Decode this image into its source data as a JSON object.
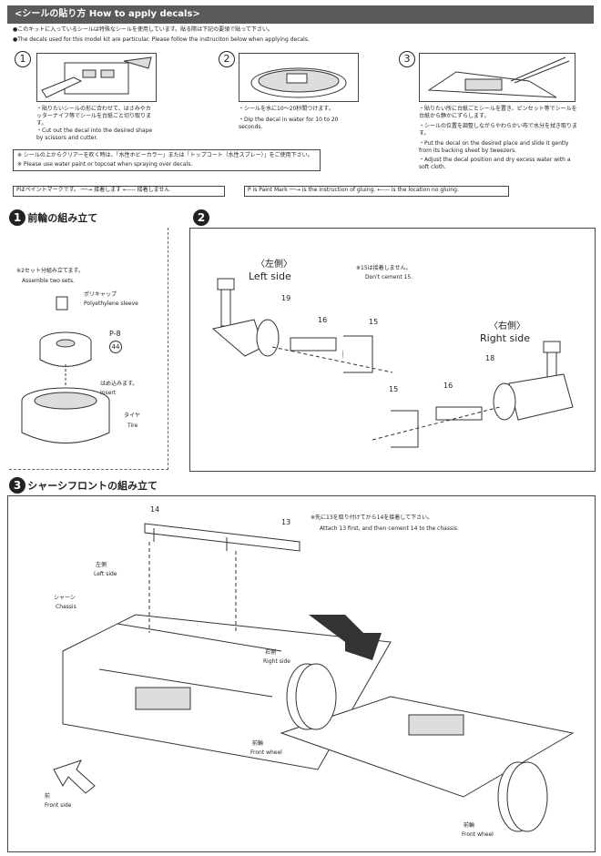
{
  "header": {
    "title": "<シールの貼り方 How to apply decals>"
  },
  "intro": {
    "jp": "●このキットに入っているシールは特殊なシールを使用しています。貼る際は下記の要領で貼って下さい。",
    "en": "●The decals used for this model kit are particular. Please follow the instruciton below when applying decals."
  },
  "decal_steps": [
    {
      "num": "1",
      "jp": "・貼りたいシールの形に合わせて、はさみやカッターナイフ等でシールを台紙ごと切り取ります。",
      "en": "・Cut out the decal into the desired shape by scissors and cutter."
    },
    {
      "num": "2",
      "jp": "・シールを水に10～20秒間つけます。",
      "en": "・Dip the decal in water for 10 to 20 seconds."
    },
    {
      "num": "3",
      "jp": "・貼りたい所に台紙ごとシールを置き、ピンセット等でシールを台紙から静かにずらします。",
      "jp2": "・シールの位置を調整しながらやわらかい布で水分を拭き取ります。",
      "en": "・Put the decal on the desired place and slide it gently from its backing sheet by tweezers.",
      "en2": "・Adjust the decal position and dry excess water with a soft cloth."
    }
  ],
  "note": {
    "jp": "※ シールの上からクリアーを吹く時は、「水性ホビーカラー」または「トップコート（水性スプレー）」をご使用下さい。",
    "en": "※ Please use water paint or topcoat when spraying over decals."
  },
  "legend": {
    "jp": "Pはペイントマークです。 ──→ 接着します ←---- 接着しません",
    "en": "P is Paint Mark ──→ is the instruction of gluing. ←---- is the location no gluing."
  },
  "step1": {
    "num": "1",
    "title": "前輪の組み立て",
    "assemble_jp": "※2セット分組み立てます。",
    "assemble_en": "Assemble two sets.",
    "sleeve_jp": "ポリキャップ",
    "sleeve_en": "Polyethylene sleeve",
    "paint": "P-8",
    "part44": "44",
    "insert_jp": "はめ込みます。",
    "insert_en": "Insert",
    "tire_jp": "タイヤ",
    "tire_en": "Tire"
  },
  "step2": {
    "num": "2",
    "left_jp": "〈左側〉",
    "left_en": "Left side",
    "right_jp": "〈右側〉",
    "right_en": "Right side",
    "no_cement_jp": "※15は接着しません。",
    "no_cement_en": "Don't cement 15.",
    "parts": {
      "p19": "19",
      "p16": "16",
      "p15": "15",
      "p18": "18"
    }
  },
  "step3": {
    "num": "3",
    "title": "シャーシフロントの組み立て",
    "attach_jp": "※先に13を取り付けてから14を接着して下さい。",
    "attach_en": "Attach 13 first, and then cement 14 to the chassis.",
    "left_jp": "左側",
    "left_en": "Left side",
    "right_jp": "右側",
    "right_en": "Right side",
    "chassis_jp": "シャーシ",
    "chassis_en": "Chassis",
    "front_wheel_jp": "前輪",
    "front_wheel_en": "Front wheel",
    "front_side_jp": "前",
    "front_side_en": "Front side",
    "parts": {
      "p14": "14",
      "p13": "13"
    }
  }
}
